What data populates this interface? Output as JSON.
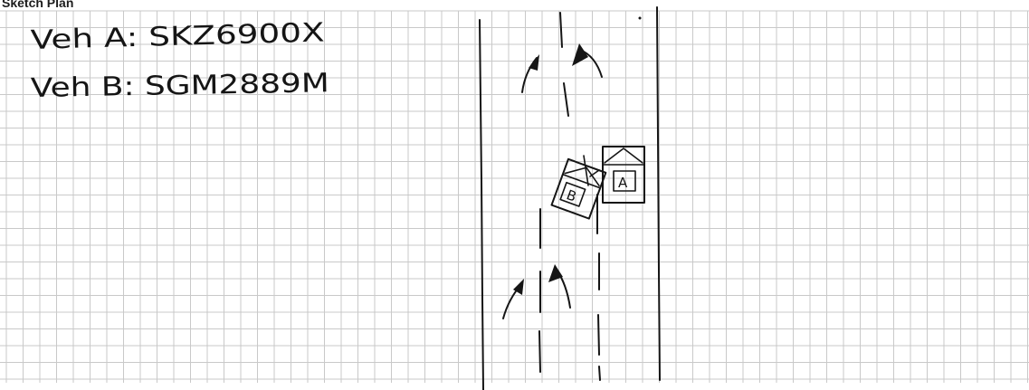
{
  "header": {
    "title": "Sketch Plan"
  },
  "notes": {
    "vehicle_a": "Veh A: SKZ6900X",
    "vehicle_b": "Veh B: SGM2889M"
  },
  "vehicles": {
    "a_label": "A",
    "b_label": "B"
  },
  "colors": {
    "grid": "#c9c9c9",
    "ink": "#151515",
    "background": "#ffffff"
  }
}
